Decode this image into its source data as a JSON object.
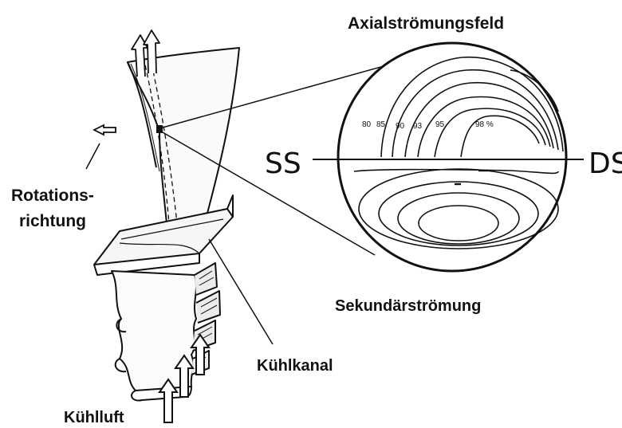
{
  "labels": {
    "axial_title": "Axialströmungsfeld",
    "secondary_title": "Sekundärströmung",
    "ss": "SS",
    "ds": "DS",
    "rotation_line1": "Rotations-",
    "rotation_line2": "richtung",
    "cooling_channel": "Kühlkanal",
    "cooling_air": "Kühlluft"
  },
  "contour_labels": [
    "80",
    "85",
    "90",
    "93",
    "95",
    "98 %"
  ]
}
